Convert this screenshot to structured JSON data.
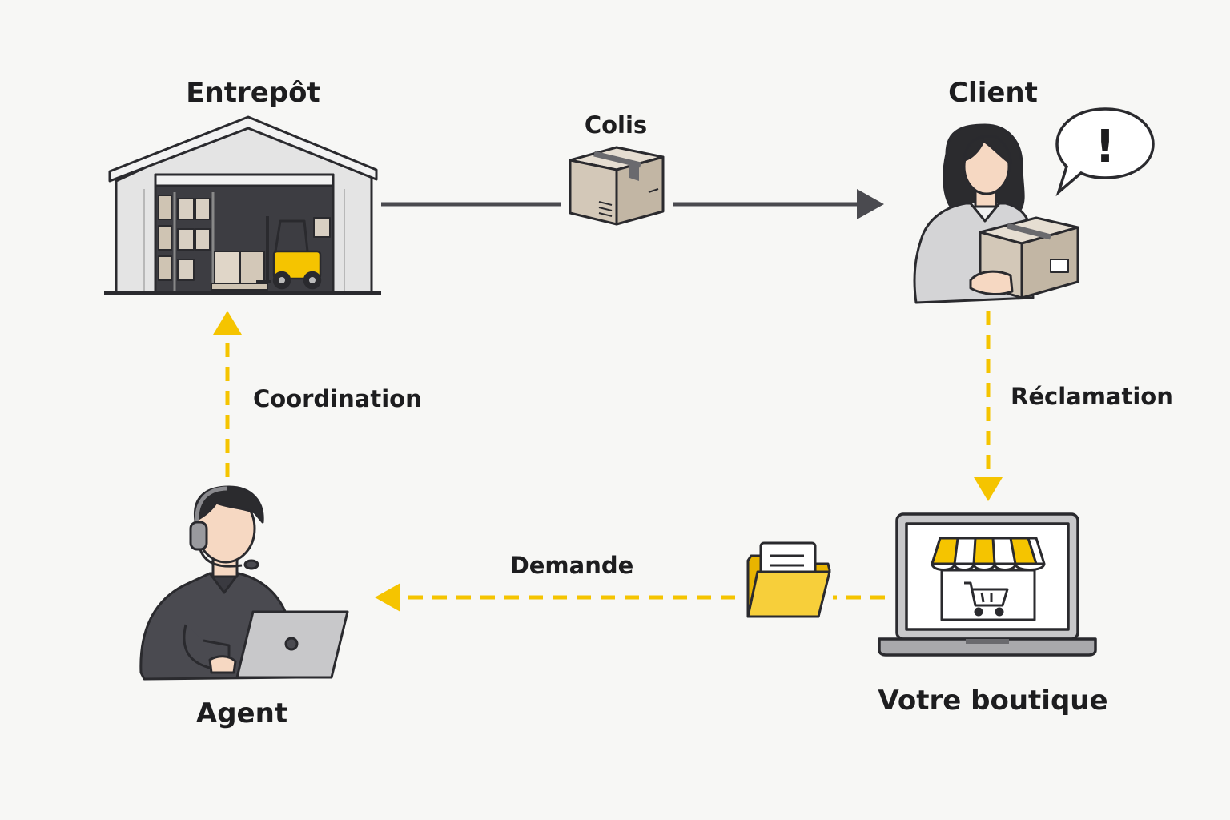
{
  "nodes": {
    "warehouse": {
      "label": "Entrepôt",
      "icon": "warehouse-icon"
    },
    "client": {
      "label": "Client",
      "icon": "customer-with-package-icon",
      "badge": "!"
    },
    "shop": {
      "label": "Votre boutique",
      "icon": "laptop-shop-icon"
    },
    "agent": {
      "label": "Agent",
      "icon": "support-agent-icon"
    }
  },
  "edges": {
    "parcel": {
      "label": "Colis",
      "icon": "package-icon",
      "style": "solid"
    },
    "complaint": {
      "label": "Réclamation",
      "style": "dashed"
    },
    "request": {
      "label": "Demande",
      "icon": "folder-icon",
      "style": "dashed"
    },
    "coordination": {
      "label": "Coordination",
      "style": "dashed"
    }
  },
  "colors": {
    "background": "#f7f7f5",
    "accent": "#f5c400",
    "solid_line": "#4a4a4f",
    "outline": "#2a2a2e",
    "box": "#d8cfc2",
    "shirt": "#4a4a50",
    "light_gray": "#d6d6d6"
  }
}
